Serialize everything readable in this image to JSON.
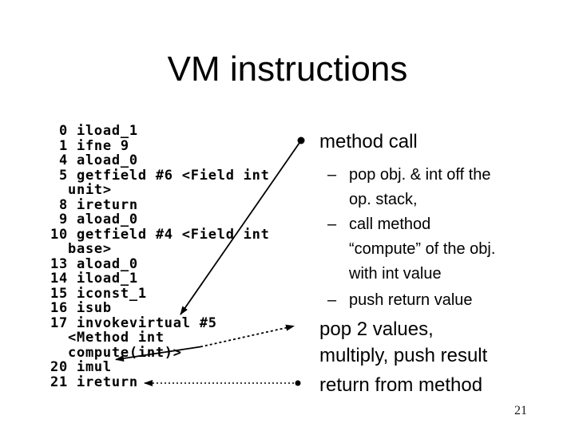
{
  "slide": {
    "title": "VM instructions",
    "page_number": "21"
  },
  "colors": {
    "background": "#ffffff",
    "text": "#000000"
  },
  "code": {
    "lines": [
      " 0 iload_1",
      " 1 ifne 9",
      " 4 aload_0",
      " 5 getfield #6 <Field int",
      "  unit>",
      " 8 ireturn",
      " 9 aload_0",
      "10 getfield #4 <Field int",
      "  base>",
      "13 aload_0",
      "14 iload_1",
      "15 iconst_1",
      "16 isub",
      "17 invokevirtual #5",
      "  <Method int",
      "  compute(int)>",
      "20 imul",
      "21 ireturn"
    ]
  },
  "bullets": {
    "method_call": {
      "label": "method call"
    },
    "pop_obj": {
      "dash": "–",
      "lines": [
        "pop obj. & int off the",
        "op. stack,"
      ]
    },
    "call_method": {
      "dash": "–",
      "lines": [
        "call method",
        "“compute” of the obj.",
        "with int value"
      ]
    },
    "push_return": {
      "dash": "–",
      "lines": [
        "push return value"
      ]
    },
    "pop_two": {
      "lines": [
        "pop 2 values,",
        "multiply, push result"
      ]
    },
    "return_method": {
      "label": "return from method"
    }
  },
  "arrows": [
    {
      "name": "method-call-to-invokevirtual",
      "style": "solid, dot at bullet, arrowhead at code",
      "bullet": "method call",
      "code_line": "17 invokevirtual #5"
    },
    {
      "name": "pop2values-to-imul",
      "style": "solid near code, dotted near bullet, arrowheads both ends",
      "bullet": "pop 2 values, multiply, push result",
      "code_line": "20 imul"
    },
    {
      "name": "return-to-ireturn",
      "style": "dotted, arrowhead at code, dot at bullet",
      "bullet": "return from method",
      "code_line": "21 ireturn"
    }
  ]
}
